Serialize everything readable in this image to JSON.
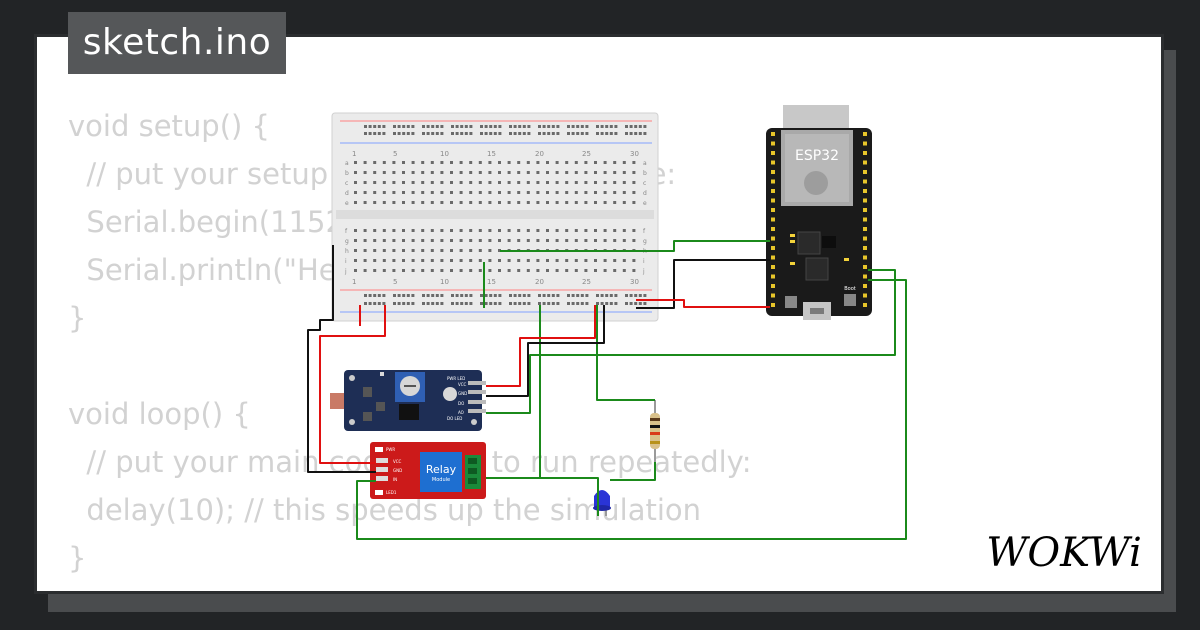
{
  "editor": {
    "filename": "sketch.ino",
    "code_lines": [
      "void setup() {",
      "  // put your setup code here, to run once:",
      "  Serial.begin(115200);",
      "  Serial.println(\"Hello, ESP32!\");",
      "}",
      "",
      "void loop() {",
      "  // put your main code here, to run repeatedly:",
      "  delay(10); // this speeds up the simulation",
      "}"
    ]
  },
  "breadboard": {
    "column_numbers": [
      "1",
      "5",
      "10",
      "15",
      "20",
      "25",
      "30"
    ],
    "row_letters_top": [
      "a",
      "b",
      "c",
      "d",
      "e"
    ],
    "row_letters_bottom": [
      "f",
      "g",
      "h",
      "i",
      "j"
    ]
  },
  "esp32": {
    "label": "ESP32",
    "boot_label": "Boot"
  },
  "ldr_module": {
    "labels": [
      "PWR LED",
      "VCC",
      "GND",
      "DO",
      "AO",
      "DO LED"
    ]
  },
  "relay_module": {
    "title": "Relay",
    "subtitle": "Module",
    "pin_labels": [
      "VCC",
      "GND",
      "IN"
    ],
    "led_labels": [
      "PWR",
      "LED1"
    ]
  },
  "brand": {
    "logo_text": "WOKWi"
  },
  "colors": {
    "background": "#222426",
    "tab": "#555759",
    "code_text": "#d2d2d2",
    "wire_green": "#1b8a1b",
    "wire_red": "#e01010",
    "wire_black": "#111111",
    "esp32_board": "#1a1a1a",
    "ldr_board": "#1e2e55",
    "relay_board": "#cc1a1a",
    "led": "#2a34d6"
  }
}
